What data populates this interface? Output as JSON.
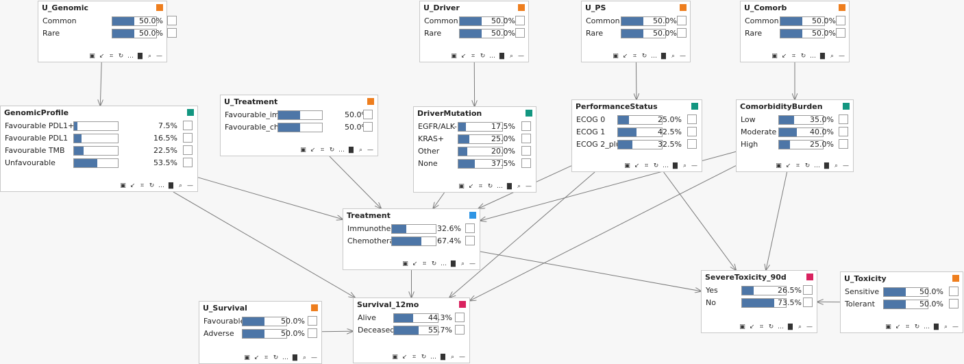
{
  "colors": {
    "orange": "#ee7e1e",
    "teal": "#129680",
    "blue": "#2f95e4",
    "pink": "#d9225f",
    "bar": "#4d76a7",
    "edge": "#7a7a7a"
  },
  "toolbar_icons": [
    "note-icon",
    "arrow-icon",
    "grid-icon",
    "cycle-icon",
    "more-icon",
    "histogram-icon",
    "zoom-icon",
    "minimize-icon"
  ],
  "nodes": [
    {
      "id": "U_Genomic",
      "title": "U_Genomic",
      "color": "orange",
      "states": [
        {
          "label": "Common",
          "pct": "50.0%",
          "value": 50
        },
        {
          "label": "Rare",
          "pct": "50.0%",
          "value": 50
        }
      ]
    },
    {
      "id": "U_Driver",
      "title": "U_Driver",
      "color": "orange",
      "states": [
        {
          "label": "Common",
          "pct": "50.0%",
          "value": 50
        },
        {
          "label": "Rare",
          "pct": "50.0%",
          "value": 50
        }
      ]
    },
    {
      "id": "U_PS",
      "title": "U_PS",
      "color": "orange",
      "states": [
        {
          "label": "Common",
          "pct": "50.0%",
          "value": 50
        },
        {
          "label": "Rare",
          "pct": "50.0%",
          "value": 50
        }
      ]
    },
    {
      "id": "U_Comorb",
      "title": "U_Comorb",
      "color": "orange",
      "states": [
        {
          "label": "Common",
          "pct": "50.0%",
          "value": 50
        },
        {
          "label": "Rare",
          "pct": "50.0%",
          "value": 50
        }
      ]
    },
    {
      "id": "GenomicProfile",
      "title": "GenomicProfile",
      "color": "teal",
      "states": [
        {
          "label": "Favourable PDL1+",
          "pct": "7.5%",
          "value": 7.5
        },
        {
          "label": "Favourable PDL1",
          "pct": "16.5%",
          "value": 16.5
        },
        {
          "label": "Favourable TMB",
          "pct": "22.5%",
          "value": 22.5
        },
        {
          "label": "Unfavourable",
          "pct": "53.5%",
          "value": 53.5
        }
      ]
    },
    {
      "id": "U_Treatment",
      "title": "U_Treatment",
      "color": "orange",
      "states": [
        {
          "label": "Favourable_im",
          "pct": "50.0%",
          "value": 50
        },
        {
          "label": "Favourable_ch",
          "pct": "50.0%",
          "value": 50
        }
      ]
    },
    {
      "id": "DriverMutation",
      "title": "DriverMutation",
      "color": "teal",
      "states": [
        {
          "label": "EGFR/ALK-",
          "pct": "17.5%",
          "value": 17.5
        },
        {
          "label": "KRAS+",
          "pct": "25.0%",
          "value": 25
        },
        {
          "label": "Other",
          "pct": "20.0%",
          "value": 20
        },
        {
          "label": "None",
          "pct": "37.5%",
          "value": 37.5
        }
      ]
    },
    {
      "id": "PerformanceStatus",
      "title": "PerformanceStatus",
      "color": "teal",
      "states": [
        {
          "label": "ECOG 0",
          "pct": "25.0%",
          "value": 25
        },
        {
          "label": "ECOG 1",
          "pct": "42.5%",
          "value": 42.5
        },
        {
          "label": "ECOG 2_plu",
          "pct": "32.5%",
          "value": 32.5
        }
      ]
    },
    {
      "id": "ComorbidityBurden",
      "title": "ComorbidityBurden",
      "color": "teal",
      "states": [
        {
          "label": "Low",
          "pct": "35.0%",
          "value": 35
        },
        {
          "label": "Moderate",
          "pct": "40.0%",
          "value": 40
        },
        {
          "label": "High",
          "pct": "25.0%",
          "value": 25
        }
      ]
    },
    {
      "id": "Treatment",
      "title": "Treatment",
      "color": "blue",
      "states": [
        {
          "label": "Immunothe",
          "pct": "32.6%",
          "value": 32.6
        },
        {
          "label": "Chemothera",
          "pct": "67.4%",
          "value": 67.4
        }
      ]
    },
    {
      "id": "SevereToxicity_90d",
      "title": "SevereToxicity_90d",
      "color": "pink",
      "states": [
        {
          "label": "Yes",
          "pct": "26.5%",
          "value": 26.5
        },
        {
          "label": "No",
          "pct": "73.5%",
          "value": 73.5
        }
      ]
    },
    {
      "id": "U_Toxicity",
      "title": "U_Toxicity",
      "color": "orange",
      "states": [
        {
          "label": "Sensitive",
          "pct": "50.0%",
          "value": 50
        },
        {
          "label": "Tolerant",
          "pct": "50.0%",
          "value": 50
        }
      ]
    },
    {
      "id": "U_Survival",
      "title": "U_Survival",
      "color": "orange",
      "states": [
        {
          "label": "Favourable",
          "pct": "50.0%",
          "value": 50
        },
        {
          "label": "Adverse",
          "pct": "50.0%",
          "value": 50
        }
      ]
    },
    {
      "id": "Survival_12mo",
      "title": "Survival_12mo",
      "color": "pink",
      "states": [
        {
          "label": "Alive",
          "pct": "44.3%",
          "value": 44.3
        },
        {
          "label": "Deceased",
          "pct": "55.7%",
          "value": 55.7
        }
      ]
    }
  ],
  "edges": [
    [
      "U_Genomic",
      "GenomicProfile"
    ],
    [
      "U_Driver",
      "DriverMutation"
    ],
    [
      "U_PS",
      "PerformanceStatus"
    ],
    [
      "U_Comorb",
      "ComorbidityBurden"
    ],
    [
      "GenomicProfile",
      "Treatment"
    ],
    [
      "U_Treatment",
      "Treatment"
    ],
    [
      "DriverMutation",
      "Treatment"
    ],
    [
      "PerformanceStatus",
      "Treatment"
    ],
    [
      "ComorbidityBurden",
      "Treatment"
    ],
    [
      "GenomicProfile",
      "Survival_12mo"
    ],
    [
      "Treatment",
      "Survival_12mo"
    ],
    [
      "PerformanceStatus",
      "Survival_12mo"
    ],
    [
      "ComorbidityBurden",
      "Survival_12mo"
    ],
    [
      "U_Survival",
      "Survival_12mo"
    ],
    [
      "Treatment",
      "SevereToxicity_90d"
    ],
    [
      "PerformanceStatus",
      "SevereToxicity_90d"
    ],
    [
      "ComorbidityBurden",
      "SevereToxicity_90d"
    ],
    [
      "U_Toxicity",
      "SevereToxicity_90d"
    ]
  ]
}
